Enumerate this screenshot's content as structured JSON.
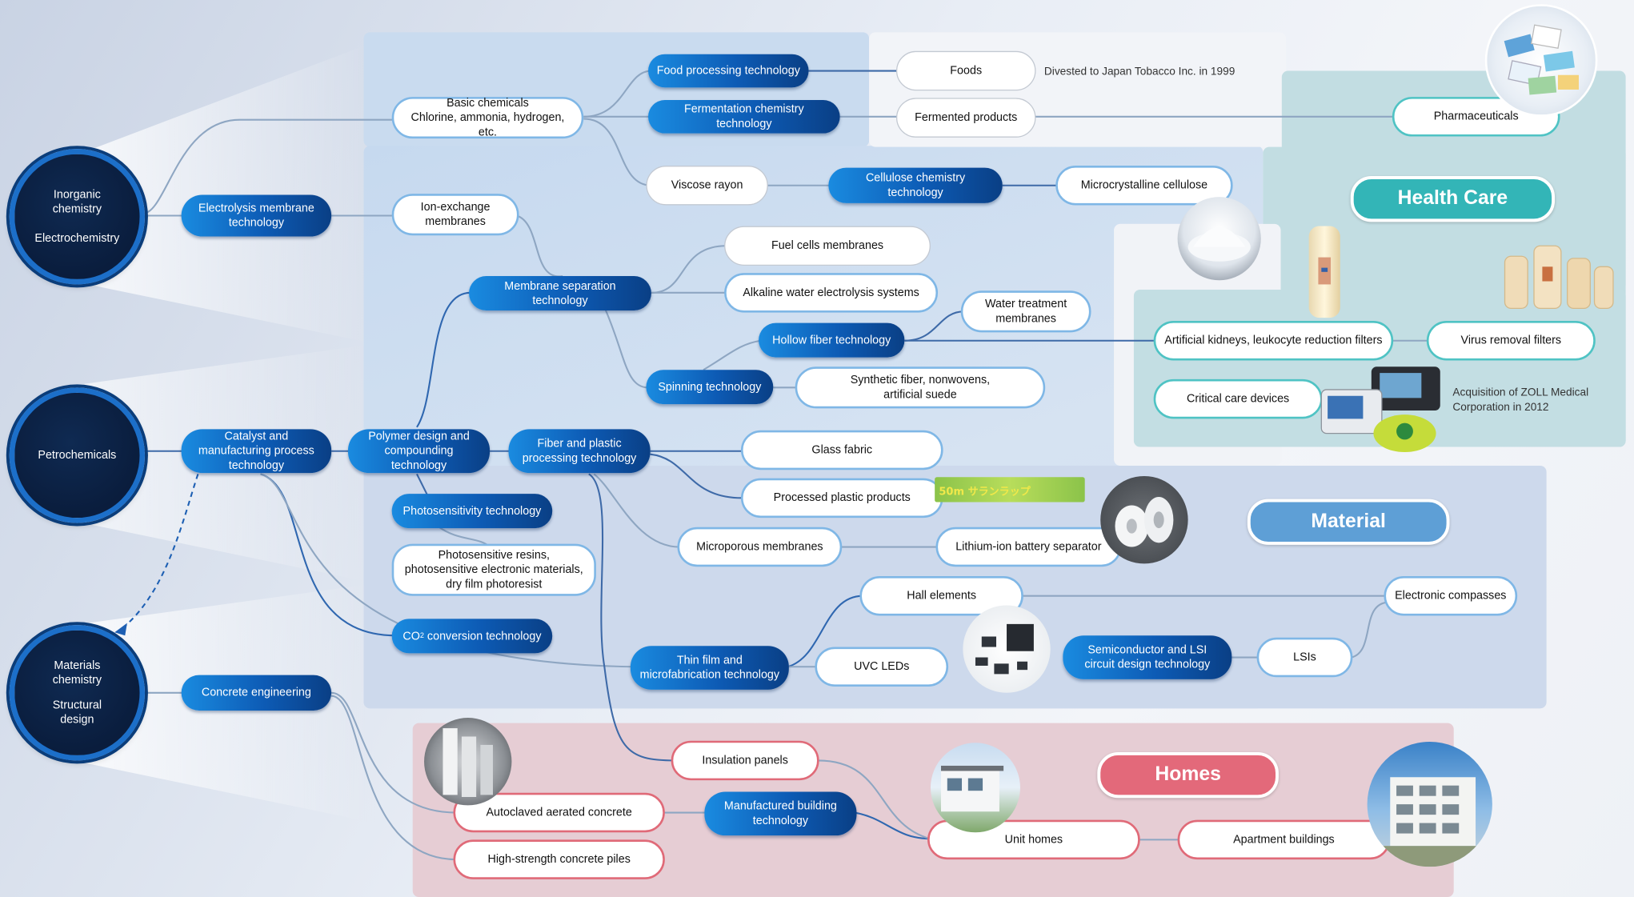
{
  "roots": {
    "inorganic": {
      "line1": "Inorganic",
      "line2": "chemistry",
      "line3": "Electrochemistry"
    },
    "petrochemicals": "Petrochemicals",
    "materials": {
      "line1": "Materials",
      "line2": "chemistry",
      "line3": "Structural",
      "line4": "design"
    }
  },
  "technologies": {
    "electrolysis_membrane": "Electrolysis membrane technology",
    "catalyst": "Catalyst and manufacturing process technology",
    "concrete_engineering": "Concrete engineering",
    "food_processing": "Food processing technology",
    "fermentation_chemistry": "Fermentation chemistry technology",
    "cellulose_chemistry": "Cellulose chemistry technology",
    "membrane_separation": "Membrane separation technology",
    "hollow_fiber": "Hollow fiber technology",
    "spinning": "Spinning technology",
    "polymer_design": "Polymer design and compounding technology",
    "fiber_plastic": "Fiber and plastic processing technology",
    "photosensitivity": "Photosensitivity technology",
    "co2_conversion": {
      "pre": "CO",
      "sub": "2",
      "post": " conversion technology"
    },
    "thin_film": "Thin film and microfabrication technology",
    "semiconductor": "Semiconductor and LSI circuit design technology",
    "manufactured_building": "Manufactured building technology"
  },
  "products": {
    "basic_chemicals": {
      "line1": "Basic chemicals",
      "line2": "Chlorine, ammonia, hydrogen, etc."
    },
    "ion_exchange": "Ion-exchange membranes",
    "foods": "Foods",
    "fermented_products": "Fermented products",
    "viscose_rayon": "Viscose rayon",
    "microcrystalline_cellulose": "Microcrystalline cellulose",
    "pharmaceuticals": "Pharmaceuticals",
    "fuel_cells": "Fuel cells membranes",
    "alkaline_water": "Alkaline water electrolysis systems",
    "water_treatment": "Water treatment membranes",
    "artificial_kidneys": "Artificial kidneys, leukocyte reduction filters",
    "virus_removal": "Virus removal filters",
    "synthetic_fiber": {
      "line1": "Synthetic fiber, nonwovens,",
      "line2": "artificial suede"
    },
    "critical_care": "Critical care devices",
    "glass_fabric": "Glass fabric",
    "processed_plastic": "Processed plastic products",
    "microporous": "Microporous membranes",
    "lithium_ion": "Lithium-ion battery separator",
    "photosensitive_resins": {
      "line1": "Photosensitive resins,",
      "line2": "photosensitive electronic materials,",
      "line3": "dry film photoresist"
    },
    "hall_elements": "Hall elements",
    "electronic_compasses": "Electronic compasses",
    "uvc_leds": "UVC LEDs",
    "lsis": "LSIs",
    "insulation_panels": "Insulation panels",
    "aac": "Autoclaved aerated concrete",
    "piles": "High-strength concrete piles",
    "unit_homes": "Unit homes",
    "apartment_buildings": "Apartment buildings"
  },
  "notes": {
    "japan_tobacco": "Divested to Japan Tobacco Inc. in 1999",
    "zoll": {
      "line1": "Acquisition of ZOLL Medical",
      "line2": "Corporation in 2012"
    }
  },
  "categories": {
    "health_care": "Health Care",
    "material": "Material",
    "homes": "Homes"
  },
  "colors": {
    "tech_gradient_start": "#1a8be0",
    "tech_gradient_end": "#0a3f85",
    "material_border": "#7fb7e6",
    "health_border": "#4fc3c4",
    "homes_border": "#e06a78",
    "health_label": "#33b5b7",
    "material_label": "#5e9fd6",
    "homes_label": "#e3697a",
    "root_fill": "#0a1d3d"
  },
  "image_labels": {
    "saran_wrap": "50m サランラップ"
  }
}
